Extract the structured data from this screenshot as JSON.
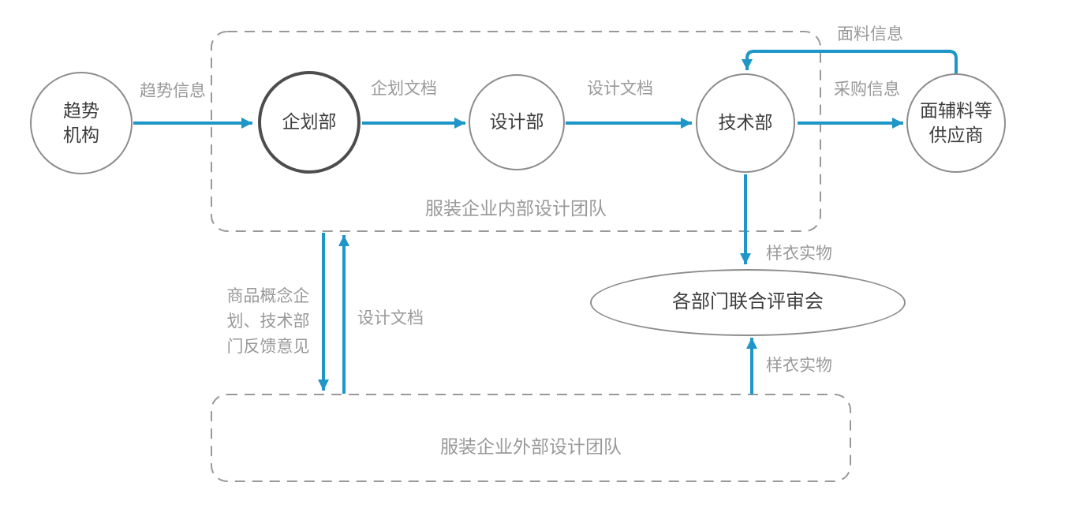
{
  "diagram": {
    "title_hint": "apparel design process flow",
    "nodes": {
      "trend_agency": {
        "label": "趋势\n机构"
      },
      "planning_dept": {
        "label": "企划部"
      },
      "design_dept": {
        "label": "设计部"
      },
      "tech_dept": {
        "label": "技术部"
      },
      "supplier": {
        "label": "面辅料等\n供应商"
      },
      "review_meeting": {
        "label": "各部门联合评审会"
      }
    },
    "groups": {
      "internal_team": {
        "label": "服装企业内部设计团队"
      },
      "external_team": {
        "label": "服装企业外部设计团队"
      }
    },
    "edge_labels": {
      "trend_info": "趋势信息",
      "planning_doc": "企划文档",
      "design_doc": "设计文档",
      "purchase_info": "采购信息",
      "fabric_info": "面料信息",
      "sample_to_review_top": "样衣实物",
      "sample_to_review_bottom": "样衣实物",
      "design_doc_up": "设计文档",
      "concept_feedback_down": "商品概念企\n划、技术部\n门反馈意见"
    },
    "colors": {
      "arrow": "#1E96C8",
      "node_border": "#8C8C8C",
      "active_node_border": "#4D4D4D",
      "dashed_border": "#999999",
      "label_text": "#999999",
      "node_text": "#3D3D3D",
      "bg": "#FFFFFF"
    }
  }
}
